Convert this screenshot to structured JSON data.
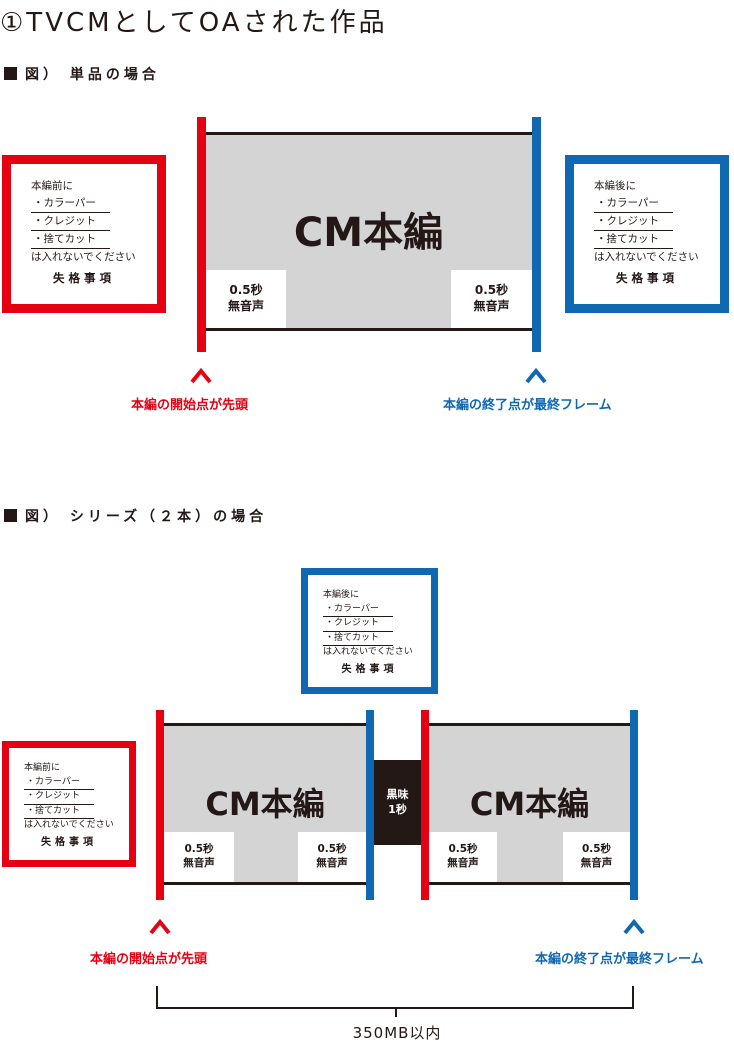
{
  "title": "①TVCMとしてOAされた作品",
  "single": {
    "heading": "図） 単品の場合",
    "cm_label": "CM本編",
    "silence_left": [
      "0.5秒",
      "無音声"
    ],
    "silence_right": [
      "0.5秒",
      "無音声"
    ],
    "note_before": {
      "intro": "本編前に",
      "items": [
        "・カラーパー",
        "・クレジット",
        "・捨てカット"
      ],
      "outro": "は入れないでください",
      "attention": "失格事項"
    },
    "note_after": {
      "intro": "本編後に",
      "items": [
        "・カラーパー",
        "・クレジット",
        "・捨てカット"
      ],
      "outro": "は入れないでください",
      "attention": "失格事項"
    },
    "start_label": "本編の開始点が先頭",
    "end_label": "本編の終了点が最終フレーム"
  },
  "series": {
    "heading": "図） シリーズ（２本）の場合",
    "cm1_label": "CM本編",
    "cm2_label": "CM本編",
    "silence": [
      "0.5秒",
      "無音声"
    ],
    "black": [
      "黒味",
      "1秒"
    ],
    "note_before": {
      "intro": "本編前に",
      "items": [
        "・カラーパー",
        "・クレジット",
        "・捨てカット"
      ],
      "outro": "は入れないでください",
      "attention": "失格事項"
    },
    "note_after": {
      "intro": "本編後に",
      "items": [
        "・カラーパー",
        "・クレジット",
        "・捨てカット"
      ],
      "outro": "は入れないでください",
      "attention": "失格事項"
    },
    "start_label": "本編の開始点が先頭",
    "end_label": "本編の終了点が最終フレーム",
    "size_label": "350MB以内"
  },
  "colors": {
    "red": "#e50012",
    "blue": "#1068b3",
    "black": "#231815",
    "gray": "#d4d4d4"
  }
}
